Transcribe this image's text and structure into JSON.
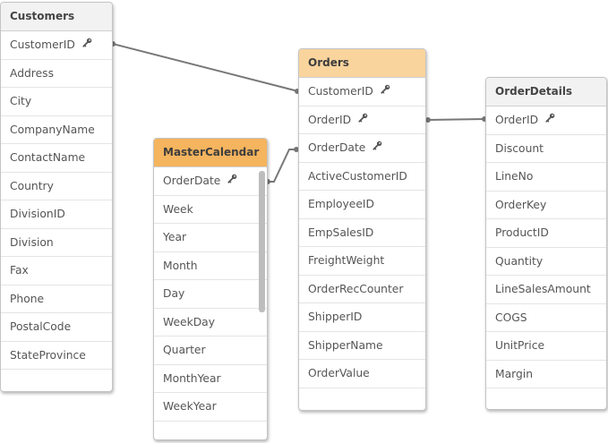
{
  "tables": {
    "customers": {
      "title": "Customers",
      "fields": [
        "CustomerID",
        "Address",
        "City",
        "CompanyName",
        "ContactName",
        "Country",
        "DivisionID",
        "Division",
        "Fax",
        "Phone",
        "PostalCode",
        "StateProvince"
      ]
    },
    "master_calendar": {
      "title": "MasterCalendar",
      "fields": [
        "OrderDate",
        "Week",
        "Year",
        "Month",
        "Day",
        "WeekDay",
        "Quarter",
        "MonthYear",
        "WeekYear"
      ]
    },
    "orders": {
      "title": "Orders",
      "fields": [
        "CustomerID",
        "OrderID",
        "OrderDate",
        "ActiveCustomerID",
        "EmployeeID",
        "EmpSalesID",
        "FreightWeight",
        "OrderRecCounter",
        "ShipperID",
        "ShipperName",
        "OrderValue"
      ]
    },
    "order_details": {
      "title": "OrderDetails",
      "fields": [
        "OrderID",
        "Discount",
        "LineNo",
        "OrderKey",
        "ProductID",
        "Quantity",
        "LineSalesAmount",
        "COGS",
        "UnitPrice",
        "Margin"
      ]
    }
  },
  "key_fields": {
    "customers": [
      "CustomerID"
    ],
    "master_calendar": [
      "OrderDate"
    ],
    "orders": [
      "CustomerID",
      "OrderID",
      "OrderDate"
    ],
    "order_details": [
      "OrderID"
    ]
  },
  "colors": {
    "master_calendar_header": "#f5b45e",
    "orders_header": "#f9d49d",
    "default_header": "#f2f2f2",
    "link_line": "#777777"
  },
  "icons": {
    "key": "key-icon"
  }
}
